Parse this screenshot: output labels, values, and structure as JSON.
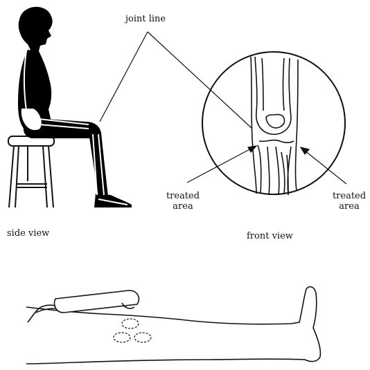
{
  "labels": {
    "joint_line": "joint line",
    "treated_left_1": "treated",
    "treated_left_2": "area",
    "treated_right_1": "treated",
    "treated_right_2": "area",
    "side_view": "side view",
    "front_view": "front view"
  },
  "colors": {
    "ink": "#111111",
    "background": "#ffffff",
    "silhouette": "#000000"
  }
}
